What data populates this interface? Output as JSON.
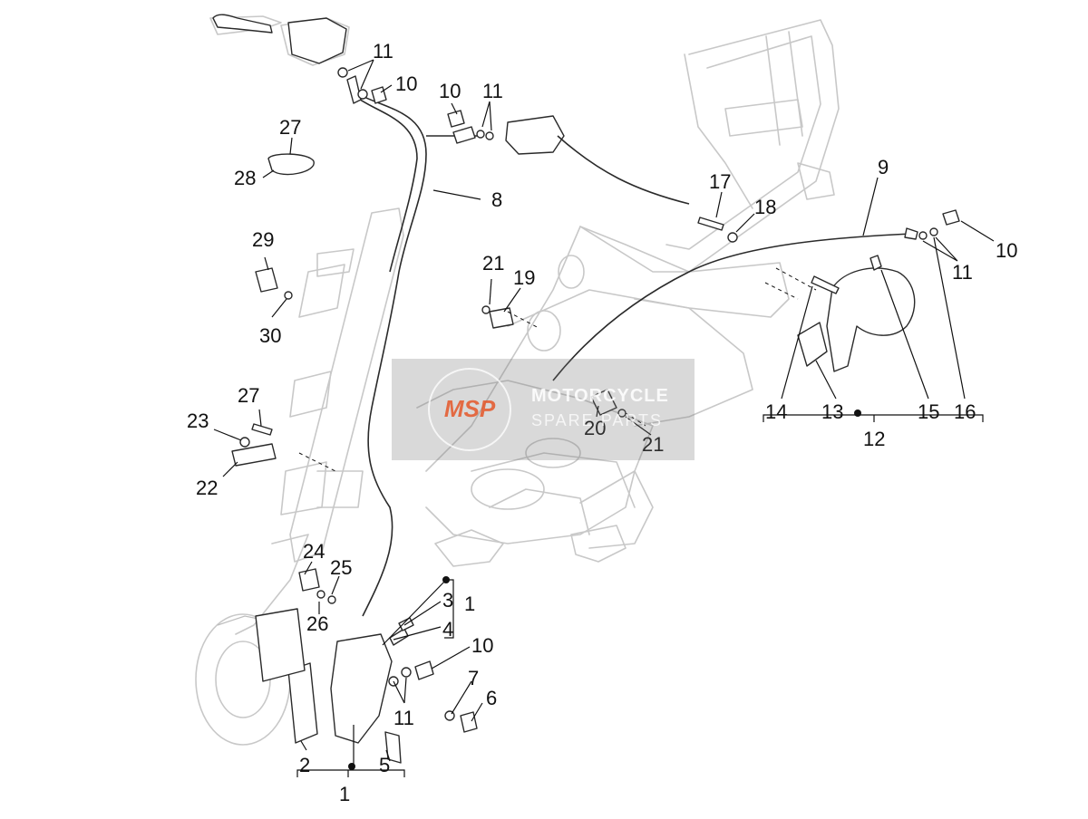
{
  "watermark": {
    "logo_text": "MSP",
    "line1": "MOTORCYCLE",
    "line2": "SPARE PARTS"
  },
  "callouts": [
    {
      "id": "c11a",
      "text": "11"
    },
    {
      "id": "c10a",
      "text": "10"
    },
    {
      "id": "c10b",
      "text": "10"
    },
    {
      "id": "c11b",
      "text": "11"
    },
    {
      "id": "c27a",
      "text": "27"
    },
    {
      "id": "c28",
      "text": "28"
    },
    {
      "id": "c8",
      "text": "8"
    },
    {
      "id": "c9",
      "text": "9"
    },
    {
      "id": "c17",
      "text": "17"
    },
    {
      "id": "c18",
      "text": "18"
    },
    {
      "id": "c10c",
      "text": "10"
    },
    {
      "id": "c11c",
      "text": "11"
    },
    {
      "id": "c29",
      "text": "29"
    },
    {
      "id": "c30",
      "text": "30"
    },
    {
      "id": "c21a",
      "text": "21"
    },
    {
      "id": "c19",
      "text": "19"
    },
    {
      "id": "c14",
      "text": "14"
    },
    {
      "id": "c13",
      "text": "13"
    },
    {
      "id": "c15",
      "text": "15"
    },
    {
      "id": "c16",
      "text": "16"
    },
    {
      "id": "c12",
      "text": "12"
    },
    {
      "id": "c27b",
      "text": "27"
    },
    {
      "id": "c23",
      "text": "23"
    },
    {
      "id": "c22",
      "text": "22"
    },
    {
      "id": "c20",
      "text": "20"
    },
    {
      "id": "c21b",
      "text": "21"
    },
    {
      "id": "c24",
      "text": "24"
    },
    {
      "id": "c25",
      "text": "25"
    },
    {
      "id": "c26",
      "text": "26"
    },
    {
      "id": "c3",
      "text": "3"
    },
    {
      "id": "c4",
      "text": "4"
    },
    {
      "id": "c1a",
      "text": "1"
    },
    {
      "id": "c10d",
      "text": "10"
    },
    {
      "id": "c7",
      "text": "7"
    },
    {
      "id": "c6",
      "text": "6"
    },
    {
      "id": "c11d",
      "text": "11"
    },
    {
      "id": "c2",
      "text": "2"
    },
    {
      "id": "c5",
      "text": "5"
    },
    {
      "id": "c1b",
      "text": "1"
    }
  ]
}
